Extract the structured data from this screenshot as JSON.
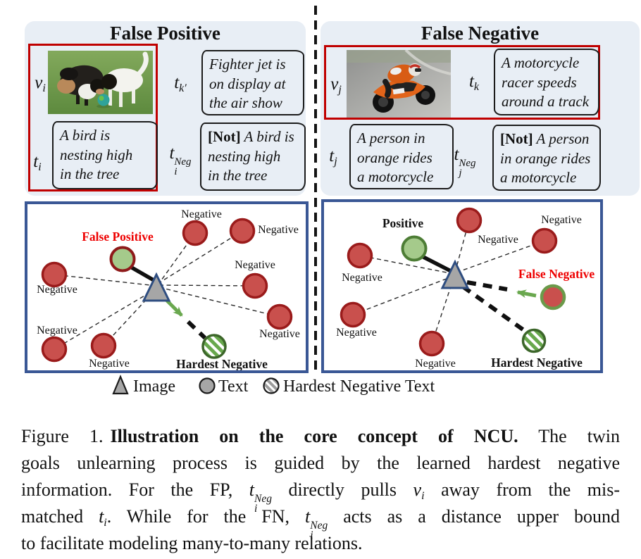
{
  "colors": {
    "panel_bg": "#e8eef5",
    "red_border": "#c00000",
    "blue_border": "#3a5795",
    "negative_fill": "#c9504d",
    "negative_stroke": "#9a1b1b",
    "green_fill": "#a5ca8b",
    "green_stroke": "#4d7d35",
    "fp_circle_stroke": "#8e1a1a",
    "fn_circle_stroke": "#6b9a4a",
    "hatch_green": "#68a84d",
    "arrow_green": "#6aa84f",
    "label_red": "#ee0000",
    "triangle_fill": "#a6a6a6",
    "triangle_stroke": "#2e4d80"
  },
  "fp_panel": {
    "title": "False Positive",
    "v": {
      "base": "v",
      "sub": "i"
    },
    "tk": {
      "base": "t",
      "sub": "k′"
    },
    "tk_lines": [
      "Fighter jet is",
      "on display at",
      "the air show"
    ],
    "ti": {
      "base": "t",
      "sub": "i"
    },
    "ti_lines": [
      "A bird is",
      "nesting high",
      "in the tree"
    ],
    "tineg": {
      "base": "t",
      "sub": "i",
      "sup": "Neg"
    },
    "tineg_not": "[Not]",
    "tineg_rest": " A bird is",
    "tineg_lines": [
      "nesting high",
      "in the tree"
    ]
  },
  "fn_panel": {
    "title": "False Negative",
    "v": {
      "base": "v",
      "sub": "j"
    },
    "tk": {
      "base": "t",
      "sub": "k"
    },
    "tk_lines": [
      "A motorcycle",
      "racer speeds",
      "around a track"
    ],
    "tj": {
      "base": "t",
      "sub": "j"
    },
    "tj_lines": [
      "A person in",
      "orange rides",
      "a motorcycle"
    ],
    "tjneg": {
      "base": "t",
      "sub": "j",
      "sup": "Neg"
    },
    "tjneg_not": "[Not]",
    "tjneg_rest": " A person",
    "tjneg_lines": [
      "in orange rides",
      "a motorcycle"
    ]
  },
  "diagram_left": {
    "fp_label": "False Positive",
    "negative": "Negative",
    "hardest": "Hardest Negative"
  },
  "diagram_right": {
    "positive_label": "Positive",
    "fn_label": "False Negative",
    "negative": "Negative",
    "hardest": "Hardest Negative"
  },
  "legend": {
    "image": "Image",
    "text": "Text",
    "hardest": "Hardest Negative Text"
  },
  "caption": {
    "fig": "Figure 1.",
    "bold": "Illustration on the core concept of NCU.",
    "l1_rest": "The twin",
    "l2": "goals unlearning process is guided by the learned hardest negative",
    "l3_a": "information. For the FP,",
    "l3_b": "directly pulls",
    "l3_c": "away from the mis-",
    "l4_a": "matched",
    "l4_b": ". While for the FN,",
    "l4_c": "acts as a distance upper bound",
    "l5": "to facilitate modeling many-to-many relations.",
    "math": {
      "t": "t",
      "v": "v",
      "sub_i": "i",
      "sup_neg": "Neg"
    }
  }
}
